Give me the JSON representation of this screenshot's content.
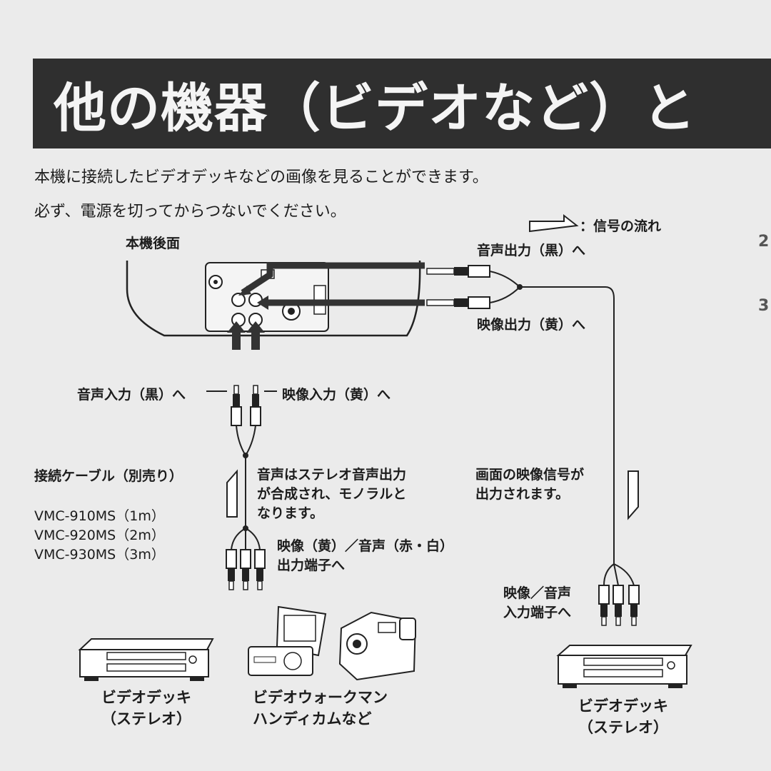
{
  "title": "他の機器（ビデオなど）と",
  "intro": {
    "line1": "本機に接続したビデオデッキなどの画像を見ることができます。",
    "line2": "必ず、電源を切ってからつないでください。"
  },
  "legend": {
    "signal_flow": "：信号の流れ"
  },
  "labels": {
    "rear_panel": "本機後面",
    "audio_out_black": "音声出力（黒）へ",
    "video_out_yellow": "映像出力（黄）へ",
    "audio_in_black": "音声入力（黒）へ",
    "video_in_yellow": "映像入力（黄）へ",
    "cable": "接続ケーブル（別売り）",
    "stereo_note": [
      "音声はステレオ音声出力",
      "が合成され、モノラルと",
      "なります。"
    ],
    "screen_note": [
      "画面の映像信号が",
      "出力されます。"
    ],
    "output_terminal": [
      "映像（黄）／音声（赤・白）",
      "出力端子へ"
    ],
    "input_terminal": [
      "映像／音声",
      "入力端子へ"
    ]
  },
  "models": [
    "VMC-910MS（1m）",
    "VMC-920MS（2m）",
    "VMC-930MS（3m）"
  ],
  "devices": {
    "deck_left": [
      "ビデオデッキ",
      "（ステレオ）"
    ],
    "walkman": [
      "ビデオウォークマン",
      "ハンディカムなど"
    ],
    "deck_right": [
      "ビデオデッキ",
      "（ステレオ）"
    ]
  },
  "edge_glyphs": [
    "2",
    "3"
  ]
}
